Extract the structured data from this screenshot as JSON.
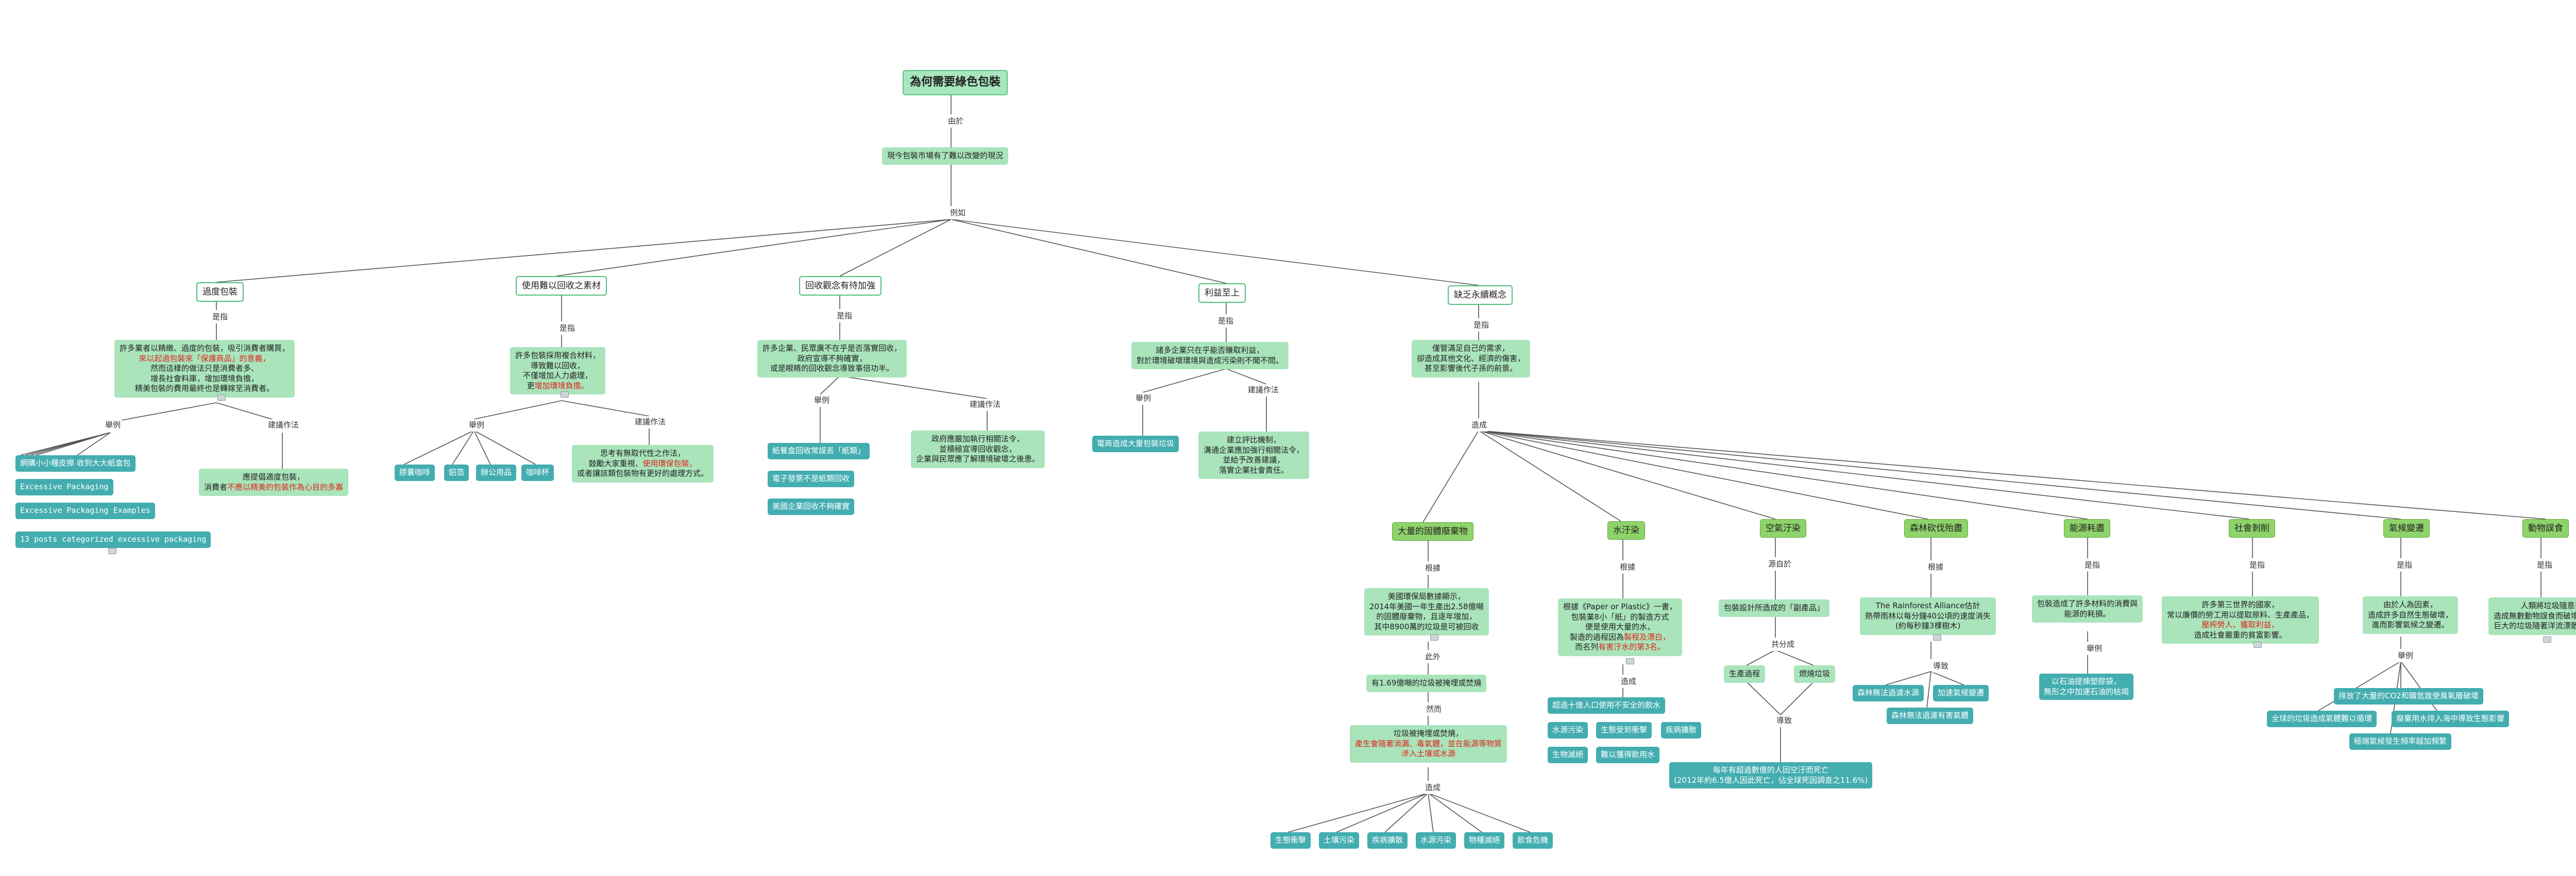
{
  "root": {
    "title": "為何需要綠色包裝"
  },
  "rel": {
    "r_yinwei": "由於",
    "r_liru": "例如",
    "r_shizhi_1": "是指",
    "r_shizhi_2": "是指",
    "r_shizhi_3": "是指",
    "r_shizhi_4": "是指",
    "r_shizhi_5": "是指",
    "r_juli_1": "舉例",
    "r_jianyi_1": "建議作法",
    "r_juli_2": "舉例",
    "r_jianyi_2": "建議作法",
    "r_juli_3": "舉例",
    "r_jianyi_3": "建議作法",
    "r_juli_4": "舉例",
    "r_jianyi_4": "建議作法",
    "r_zaocheng": "造成",
    "r_genju_a": "根據",
    "r_ciwai": "此外",
    "r_ranér": "然而",
    "r_zaocheng_a": "造成",
    "r_genju_b": "根據",
    "r_zaocheng_b": "造成",
    "r_yuanzi": "源自於",
    "r_gongfen": "共分成",
    "r_daozhi_c": "導致",
    "r_genju_d": "根據",
    "r_daozhi_d": "導致",
    "r_shizhi_e": "是指",
    "r_juli_e": "舉例",
    "r_shizhi_f": "是指",
    "r_shizhi_g": "是指",
    "r_juli_g": "舉例",
    "r_shizhi_h": "是指"
  },
  "nodes": {
    "sub": "現今包裝市場有了難以改變的現況",
    "t1": "過度包裝",
    "t2": "使用難以回收之素材",
    "t3": "回收觀念有待加強",
    "t4": "利益至上",
    "t5": "缺乏永續概念",
    "d1": {
      "l1": "許多業者以精緻、過度的包裝，吸引消費者購買，",
      "l2": "來以起過包裝來「保護商品」的意義，",
      "l3": "然而這樣的做法只是消費者多、",
      "l4": "增長社會料庫，增加環境負擔，",
      "l5": "精美包裝的費用最終也是轉嫁至消費者。"
    },
    "l1a": "網購小小種皮擦 收到大大紙盒包",
    "l1b": "Excessive Packaging",
    "l1c": "Excessive Packaging Examples",
    "l1d": "13 posts categorized excessive packaging",
    "s1": {
      "l1": "應提倡適度包裝，",
      "l2": "消費者",
      "l2r": "不應以精美的包裝作為心目的多寡"
    },
    "d2": {
      "l1": "許多包裝採用複合材料，",
      "l2": "導致難以回收，",
      "l3": "不僅增加人力處理，",
      "l4": "更",
      "l4r": "增加環境負擔。"
    },
    "l2a": "膠囊咖啡",
    "l2b": "鋁箔",
    "l2c": "辦公用品",
    "l2d": "咖啡杯",
    "s2": {
      "l1": "思考有無取代性之作法，",
      "l2": "鼓勵大家重視、",
      "l2r": "使用環保包裝，",
      "l3": "或者讓該類包裝物有更好的處理方式。"
    },
    "d3": {
      "l1": "許多企業、民眾廣不在乎是否落實回收，",
      "l2": "政府宣導不夠確實，",
      "l3": "或是眼睛的回收觀念導致事倍功半。"
    },
    "l3a": "紙餐盒回收常誤丟「紙類」",
    "l3b": "電子發票不是紙類回收",
    "l3c": "美國企業回收不夠確實",
    "s3": {
      "l1": "政府應嚴加執行相關法令，",
      "l2": "並積極宣導回收觀念，",
      "l3": "企業與民眾應了解環境破壞之後患。"
    },
    "d4": {
      "l1": "諸多企業只在乎能否賺取利益，",
      "l2": "對於環境破壞環境與造成污染則不聞不問。"
    },
    "l4a": "電商造成大量包裝垃圾",
    "s4": {
      "l1": "建立評比機制，",
      "l2": "溝通企業應加強行相關法令，",
      "l3": "並給予改善建議，",
      "l4": "落實企業社會責任。"
    },
    "d5": {
      "l1": "僅管滿足自己的需求，",
      "l2": "卻造成其他文化、經濟的傷害，",
      "l3": "甚至影響後代子孫的前景。"
    },
    "c1": "大量的固體廢棄物",
    "c2": "水汙染",
    "c3": "空氣汙染",
    "c4": "森林砍伐殆盡",
    "c5": "能源耗盡",
    "c6": "社會剝削",
    "c7": "氣候變遷",
    "c8": "動物誤食",
    "c1d": {
      "l1": "美國環保局數據顯示，",
      "l2": "2014年美國一年生產出2.58億噸",
      "l3": "的固體廢棄物，且逐年增加，",
      "l4": "其中8900萬的垃圾是可被回收"
    },
    "c1e": "有1.69億噸的垃圾被掩埋或焚燒",
    "c1f": {
      "l1": "垃圾被掩埋或焚燒，",
      "l2r": "產生會隨著淌漏、毒氣體，並在能源等物質",
      "l3r": "滲入土壤或水源"
    },
    "c1g": [
      "生態衝擊",
      "土壤污染",
      "疾病擴散",
      "水源污染",
      "物種滅絕",
      "飲食危機"
    ],
    "c2d": {
      "l1": "根據《Paper or Plastic》一書，",
      "l2": "包裝業8小「紙」的製造方式",
      "l3": "便是使用大量的水，",
      "l4": "製造的過程因為",
      "l4r": "製程及漂白，",
      "l5": "而名列",
      "l5r": "有害汙水的第3名。"
    },
    "c2e": "超過十億人口使用不安全的飲水",
    "c2f": [
      "水源污染",
      "生態受到衝擊",
      "疾病擴散",
      "生物滅絕",
      "難以獲得飲用水"
    ],
    "c3d": "包裝設計所造成的「副產品」",
    "c3e": "生產過程",
    "c3f": "燃燒垃圾",
    "c3g": {
      "l1": "每年有超過數億的人因空汙而死亡",
      "l2": "(2012年約6.5億人因此死亡，佔全球死因調查之11.6%)"
    },
    "c4d": {
      "l1": "The Rainforest Alliance估計",
      "l2": "熱帶雨林以每分鐘40公頃的速度消失",
      "l3": "(約每秒鐘3棵樹木)"
    },
    "c4e": "森林無法過濾水源",
    "c4f": "加速氣候變遷",
    "c4g": "森林無法過濾有害氣體",
    "c5d": {
      "l1": "包裝造成了許多材料的消費與",
      "l2": "能源的耗損。"
    },
    "c5e": {
      "l1": "以石油提煉塑膠袋，",
      "l2": "無形之中加速石油的枯竭"
    },
    "c6d": {
      "l1": "許多第三世界的國家，",
      "l2": "常以廉價的勞工用以提取原料、生產產品，",
      "l3r": "壓榨勞人、獲取利益，",
      "l4": "造成社會嚴重的貧富影響。"
    },
    "c7d": {
      "l1": "由於人為因素，",
      "l2": "造成許多自然生態破壞，",
      "l3": "進而影響氣候之變遷。"
    },
    "c7e": "排放了大量的CO2和職氫致使臭氧層破壞",
    "c7f": "全球的垃圾造成氣體難以循環",
    "c7g": "廢棄用水排入海中導致生態影響",
    "c7h": "極端氣候發生頻率越加頻繁",
    "c8d": {
      "l1": "人類將垃圾隨意丟棄，",
      "l2": "造成無數動物誤食而破壞，隨食死亡，",
      "l3": "巨大的垃圾隨著洋流漂散至世界各地。"
    }
  }
}
